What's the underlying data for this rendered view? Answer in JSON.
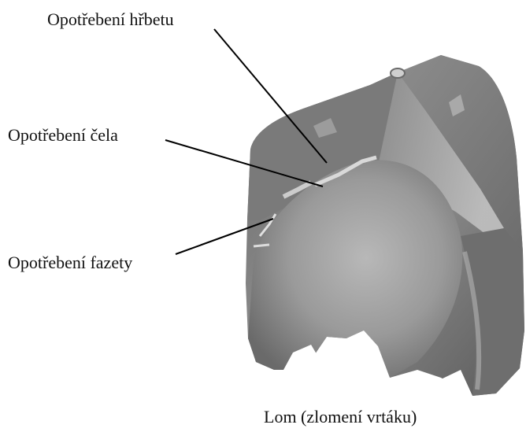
{
  "labels": {
    "back_wear": "Opotřebení hřbetu",
    "face_wear": "Opotřebení čela",
    "chamfer_wear": "Opotřebení fazety",
    "fracture_caption": "Lom (zlomení vrtáku)"
  },
  "colors": {
    "background": "#ffffff",
    "text": "#111111",
    "leader_line": "#000000",
    "drill_dark": "#5c5c5c",
    "drill_mid": "#8a8a8a",
    "drill_light": "#b9b9b9"
  }
}
